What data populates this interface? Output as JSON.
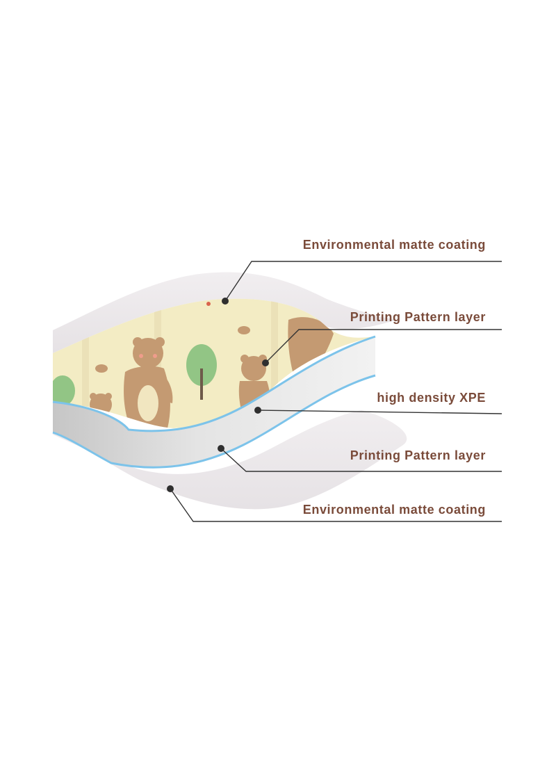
{
  "colors": {
    "label_text": "#7a4b3a",
    "leader_line": "#333333",
    "dot": "#2f2f2f",
    "matte_coating": "#ece8ea",
    "pattern_bg": "#f3ecc4",
    "xpe_core": "#d3d3d3",
    "blue_edge": "#7cc3ea",
    "bear_brown": "#c49a72",
    "tree_green": "#92c585"
  },
  "layers": [
    {
      "label": "Environmental matte coating"
    },
    {
      "label": "Printing Pattern layer"
    },
    {
      "label": "high density XPE"
    },
    {
      "label": "Printing Pattern layer"
    },
    {
      "label": "Environmental matte coating"
    }
  ]
}
